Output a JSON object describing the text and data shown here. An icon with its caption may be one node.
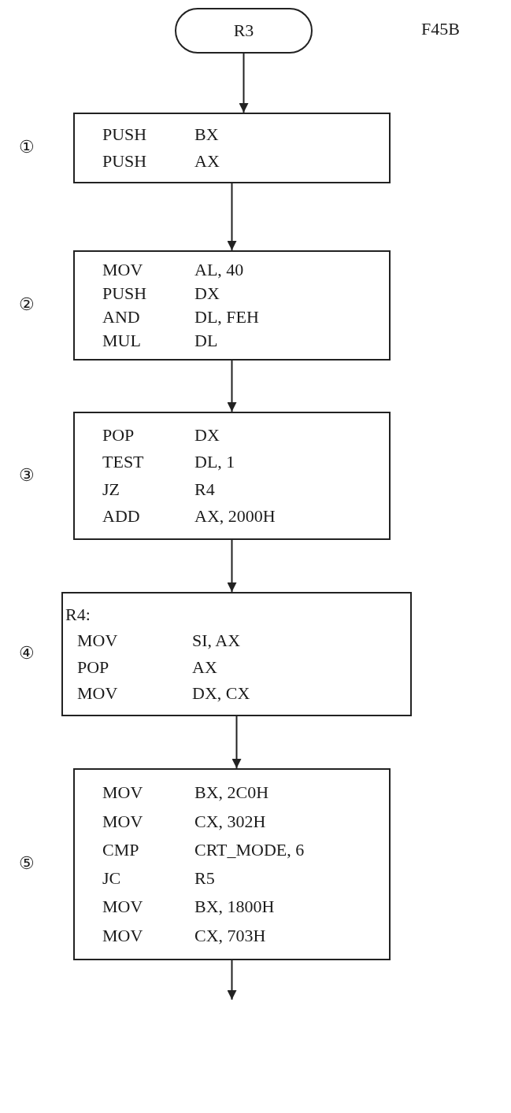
{
  "diagram": {
    "nodes": [
      {
        "text": [
          "R3"
        ]
      },
      {
        "text": [
          "PUSH BX",
          "PUSH AX"
        ],
        "beside": [
          "①"
        ]
      },
      {
        "text": [
          "MOV AL, 40",
          "PUSH DX",
          "AND DL, FEH",
          "MUL DL"
        ],
        "beside": [
          "②"
        ]
      },
      {
        "text": [
          "POP DX",
          "TEST DL, 1",
          "JZ R4",
          "ADD AX, 2000H"
        ],
        "beside": [
          "③"
        ]
      },
      {
        "text": [
          "R4:",
          "MOV SI, AX",
          "POP AX",
          "MOV DX, CX"
        ],
        "beside": [
          "④"
        ]
      },
      {
        "text": [
          "MOV BX, 2C0H",
          "MOV CX, 302H",
          "CMP CRT_MODE, 6",
          "JC R5",
          "MOV BX, 1800H",
          "MOV CX, 703H"
        ],
        "beside": [
          "⑤"
        ]
      }
    ],
    "edges": [
      {
        "from": 0,
        "to": 1,
        "arrow": "to"
      },
      {
        "from": 1,
        "to": 2,
        "arrow": "to"
      },
      {
        "from": 2,
        "to": 3,
        "arrow": "to"
      },
      {
        "from": 3,
        "to": 4,
        "arrow": "to"
      },
      {
        "from": 4,
        "to": 5,
        "arrow": "to"
      },
      {
        "from": 5,
        "to": null,
        "arrow": "to"
      }
    ],
    "labels": [
      "F45B"
    ]
  }
}
